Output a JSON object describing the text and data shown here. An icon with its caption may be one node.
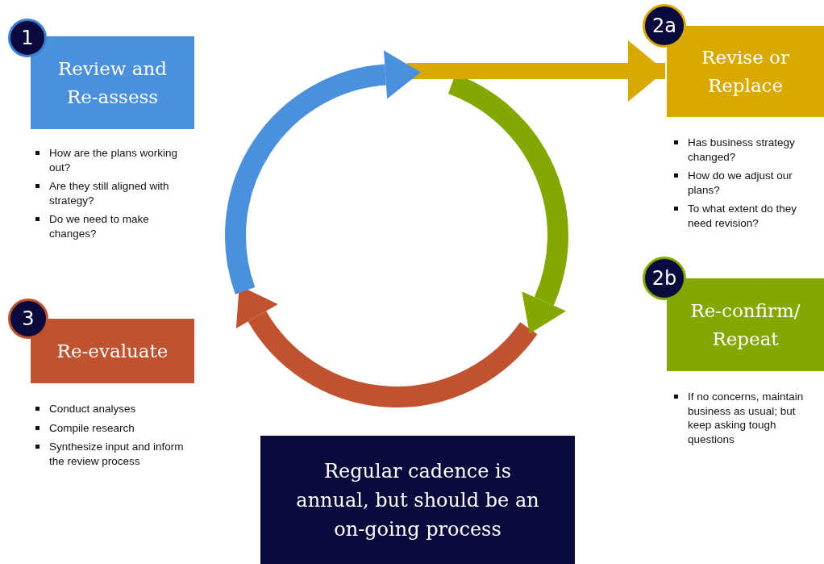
{
  "diagram": {
    "nodes": [
      {
        "text": [
          "1"
        ]
      },
      {
        "text": [
          "Review and Re-assess"
        ],
        "beside": [
          "How are the plans working out?",
          "Are they still aligned with strategy?",
          "Do we need to make changes?"
        ]
      },
      {
        "text": [
          "2a"
        ]
      },
      {
        "text": [
          "Revise or Replace"
        ],
        "beside": [
          "Has business strategy changed?",
          "How do we adjust our plans?",
          "To what extent do they need revision?"
        ]
      },
      {
        "text": [
          "2b"
        ]
      },
      {
        "text": [
          "Re-confirm/ Repeat"
        ],
        "beside": [
          "If no concerns, maintain business as usual; but keep asking tough questions"
        ]
      },
      {
        "text": [
          "3"
        ]
      },
      {
        "text": [
          "Re-evaluate"
        ],
        "beside": [
          "Conduct analyses",
          "Compile research",
          "Synthesize input and inform the review process"
        ]
      },
      {
        "text": [
          "Regular cadence is annual, but should be an on-going process"
        ]
      }
    ],
    "edges": [
      {
        "from": null,
        "to": 3,
        "arrow": "to"
      }
    ]
  }
}
